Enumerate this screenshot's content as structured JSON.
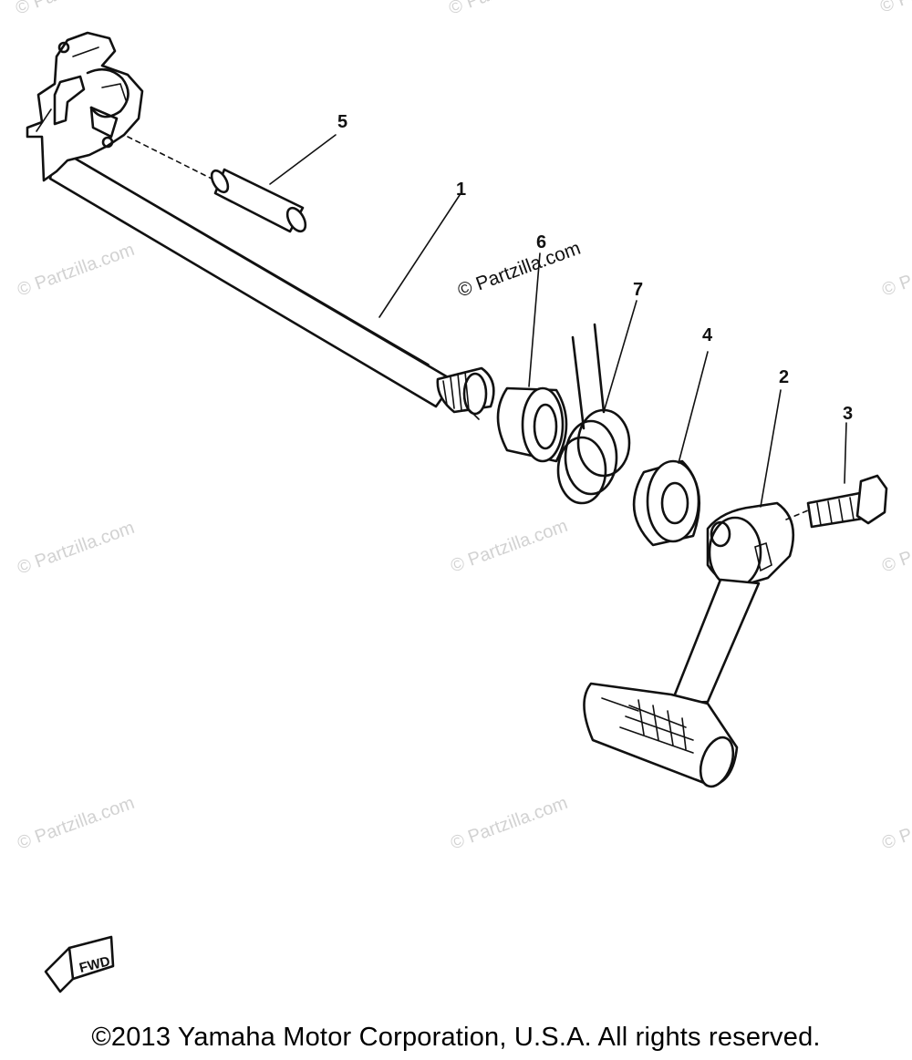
{
  "diagram": {
    "callouts": [
      {
        "id": "1",
        "label": "1"
      },
      {
        "id": "2",
        "label": "2"
      },
      {
        "id": "3",
        "label": "3"
      },
      {
        "id": "4",
        "label": "4"
      },
      {
        "id": "5",
        "label": "5"
      },
      {
        "id": "6",
        "label": "6"
      },
      {
        "id": "7",
        "label": "7"
      }
    ],
    "direction_marker": "FWD",
    "watermark_text": "© Partzilla.com"
  },
  "footer": {
    "copyright": "©2013 Yamaha Motor Corporation, U.S.A. All rights reserved."
  }
}
